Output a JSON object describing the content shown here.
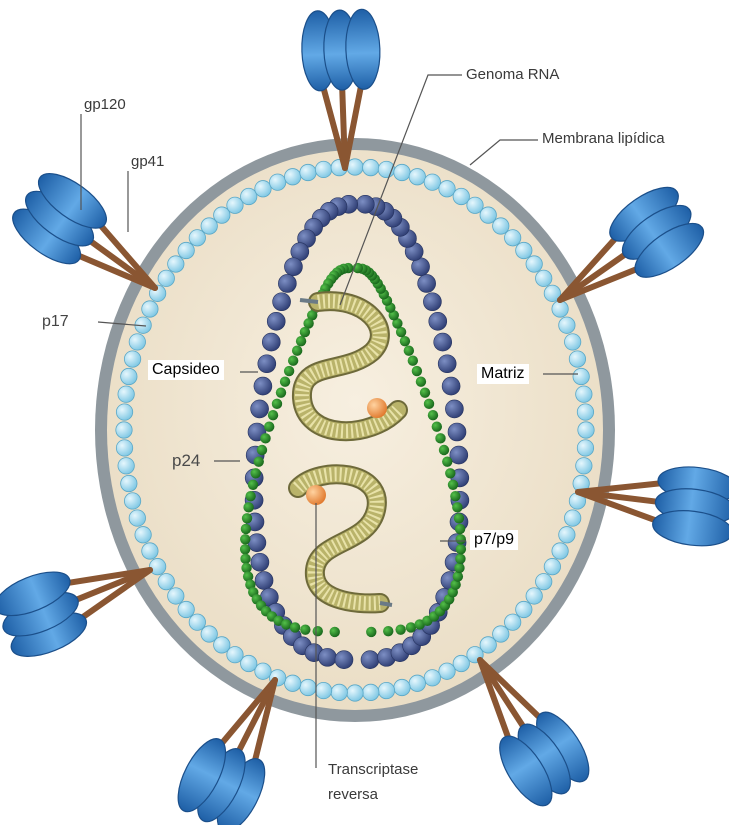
{
  "labels": {
    "gp120": "gp120",
    "gp41": "gp41",
    "genoma": "Genoma RNA",
    "membrana": "Membrana lipídica",
    "p17": "p17",
    "capsideo": "Capsideo",
    "matriz": "Matriz",
    "p24": "p24",
    "p7p9": "p7/p9",
    "transcriptase_line1": "Transcriptase",
    "transcriptase_line2": "reversa"
  },
  "colors": {
    "membrane": "#8c959b",
    "interior": "#f1e6d2",
    "matrix_bead": "#a9dcf0",
    "capsid_bead": "#4a5b93",
    "p7p9_bead": "#2b8a24",
    "rna_strand": "#b9b36a",
    "reverse_transcriptase": "#f2a05a",
    "spike_head": "#2f7fc6",
    "spike_stalk": "#8a5632"
  },
  "icons": [
    "gp120-spike-icon",
    "matrix-bead-icon",
    "capsid-bead-icon",
    "rna-helix-icon",
    "reverse-transcriptase-icon"
  ]
}
